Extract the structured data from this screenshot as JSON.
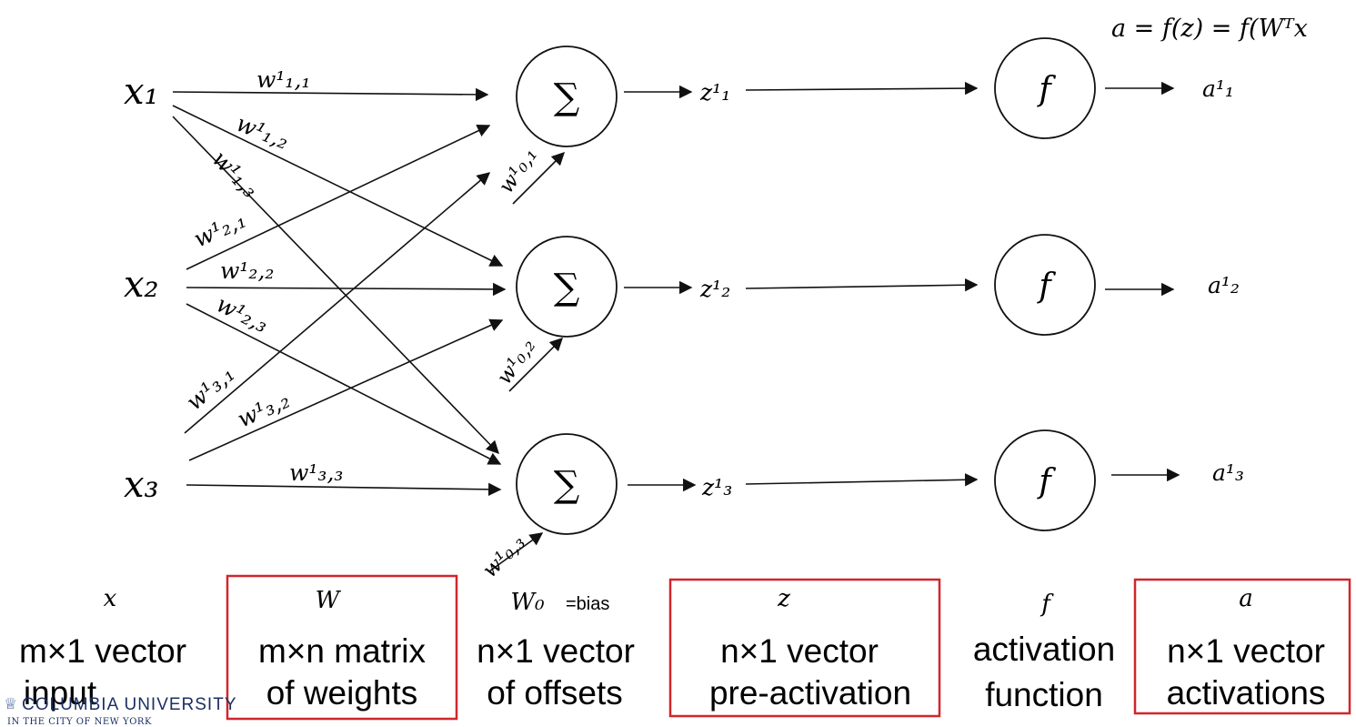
{
  "formula": "a = f(z) = f(Wᵀx",
  "inputs": [
    "x₁",
    "x₂",
    "x₃"
  ],
  "sum_symbol": "∑",
  "activation_symbol": "f",
  "pre_activations": [
    "z¹₁",
    "z¹₂",
    "z¹₃"
  ],
  "outputs": [
    "a¹₁",
    "a¹₂",
    "a¹₃"
  ],
  "weights": {
    "w11": "w¹₁,₁",
    "w12": "w¹₁,₂",
    "w13": "w¹₁,₃",
    "w21": "w¹₂,₁",
    "w22": "w¹₂,₂",
    "w23": "w¹₂,₃",
    "w31": "w¹₃,₁",
    "w32": "w¹₃,₂",
    "w33": "w¹₃,₃"
  },
  "biases": [
    "w¹₀,₁",
    "w¹₀,₂",
    "w¹₀,₃"
  ],
  "legend": {
    "input": {
      "symbol": "x",
      "line1": "m×1 vector",
      "line2": "input"
    },
    "weights": {
      "symbol": "W",
      "line1": "m×n matrix",
      "line2": "of weights"
    },
    "offsets": {
      "symbol": "W₀",
      "note": "=bias",
      "line1": "n×1 vector",
      "line2": "of offsets"
    },
    "preact": {
      "symbol": "z",
      "line1": "n×1 vector",
      "line2": "pre-activation"
    },
    "activation": {
      "symbol": "f",
      "line1": "activation",
      "line2": "function"
    },
    "activations": {
      "symbol": "a",
      "line1": "n×1 vector",
      "line2": "activations"
    }
  },
  "logo": {
    "line1": "COLUMBIA UNIVERSITY",
    "line2": "IN THE CITY OF NEW YORK"
  },
  "colors": {
    "highlight_box": "#d0262b",
    "ink": "#111111"
  }
}
